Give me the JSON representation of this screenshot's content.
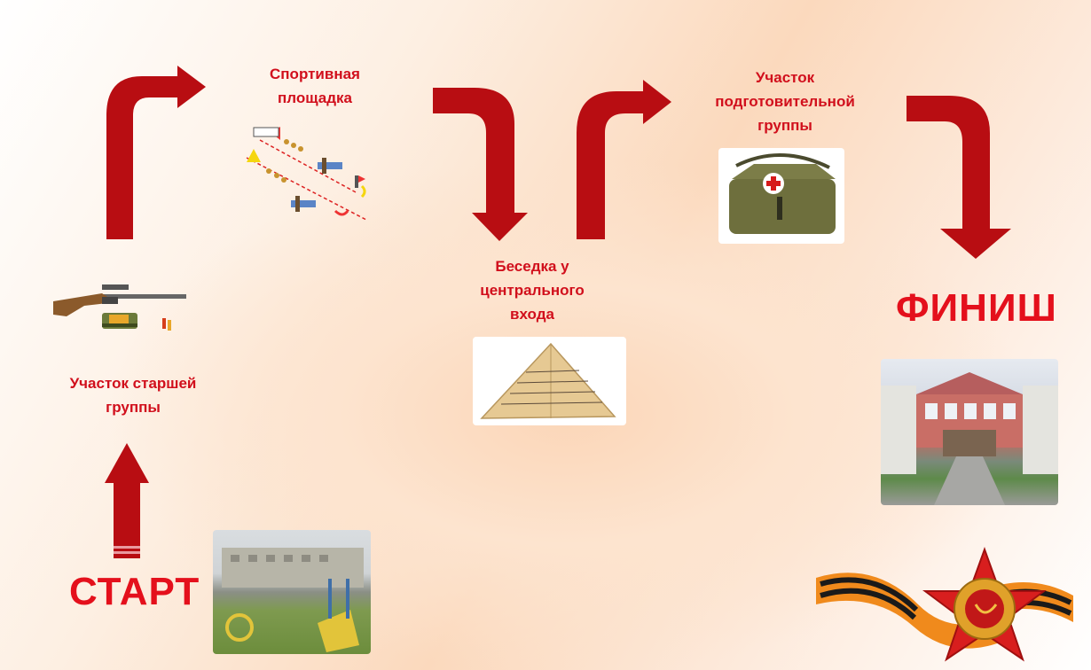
{
  "stations": {
    "start": "СТАРТ",
    "senior_group": "Участок старшей группы",
    "sports_ground": "Спортивная площадка",
    "gazebo": "Беседка у центрального входа",
    "prep_group": "Участок подготовительной группы",
    "finish": "ФИНИШ"
  },
  "colors": {
    "arrow": "#b80d12",
    "label": "#d10f1c"
  },
  "icons": [
    "rifle-icon",
    "obstacle-course-icon",
    "triangle-letter-icon",
    "medical-bag-icon",
    "st-george-ribbon-star-icon"
  ]
}
